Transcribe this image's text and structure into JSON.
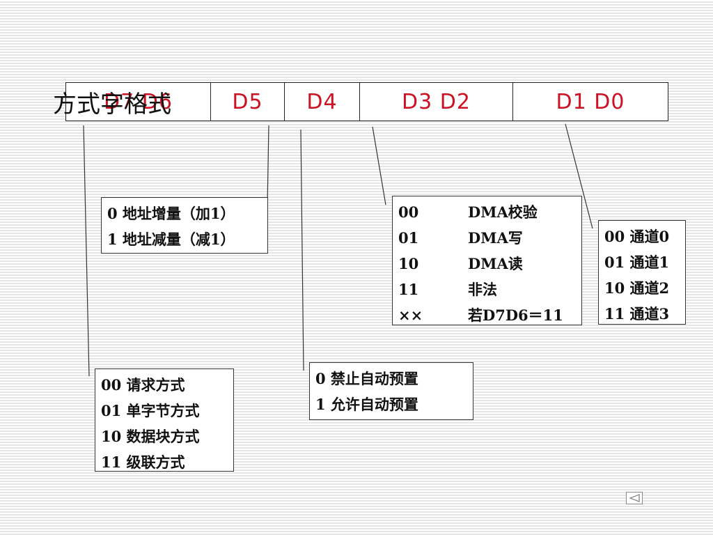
{
  "title": "方式字格式",
  "header": {
    "d7d6": "D7 D6",
    "d5": "D5",
    "d4": "D4",
    "d3d2": "D3 D2",
    "d1d0": "D1 D0"
  },
  "box_d5": {
    "lines": [
      "0 地址增量（加1）",
      "1 地址减量（减1）"
    ]
  },
  "box_d3d2": {
    "rows": [
      {
        "code": "00",
        "desc": "DMA校验"
      },
      {
        "code": "01",
        "desc": "DMA写"
      },
      {
        "code": "10",
        "desc": "DMA读"
      },
      {
        "code": "11",
        "desc": "非法"
      },
      {
        "code": "××",
        "desc": "若D7D6＝11"
      }
    ]
  },
  "box_d1d0": {
    "lines": [
      "00 通道0",
      "01 通道1",
      "10 通道2",
      "11 通道3"
    ]
  },
  "box_d4": {
    "lines": [
      "0 禁止自动预置",
      "1 允许自动预置"
    ]
  },
  "box_d7d6": {
    "lines": [
      "00 请求方式",
      "01 单字节方式",
      "10 数据块方式",
      "11 级联方式"
    ]
  },
  "colors": {
    "bit_label": "#cc1122",
    "border": "#222222"
  },
  "nav": {
    "icon": "back-arrow-icon"
  }
}
